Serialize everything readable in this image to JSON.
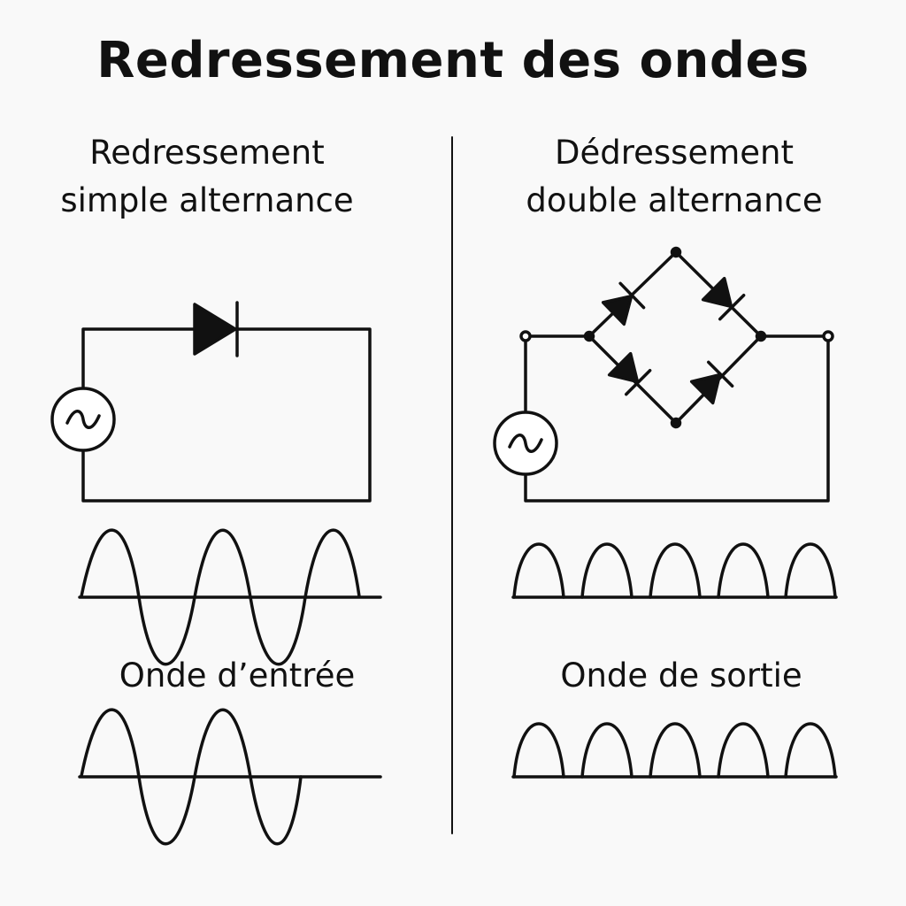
{
  "title": "Redressement des ondes",
  "left_panel": {
    "heading_line1": "Redressement",
    "heading_line2": "simple alternance",
    "caption": "Onde d’entrée",
    "circuit_components": [
      "ac-source-icon",
      "diode-icon"
    ]
  },
  "right_panel": {
    "heading_line1": "Dédressement",
    "heading_line2": "double alternance",
    "caption": "Onde de sortie",
    "circuit_components": [
      "ac-source-icon",
      "diode-bridge-icon"
    ]
  },
  "colors": {
    "ink": "#111111",
    "background": "#f9f9f9"
  }
}
